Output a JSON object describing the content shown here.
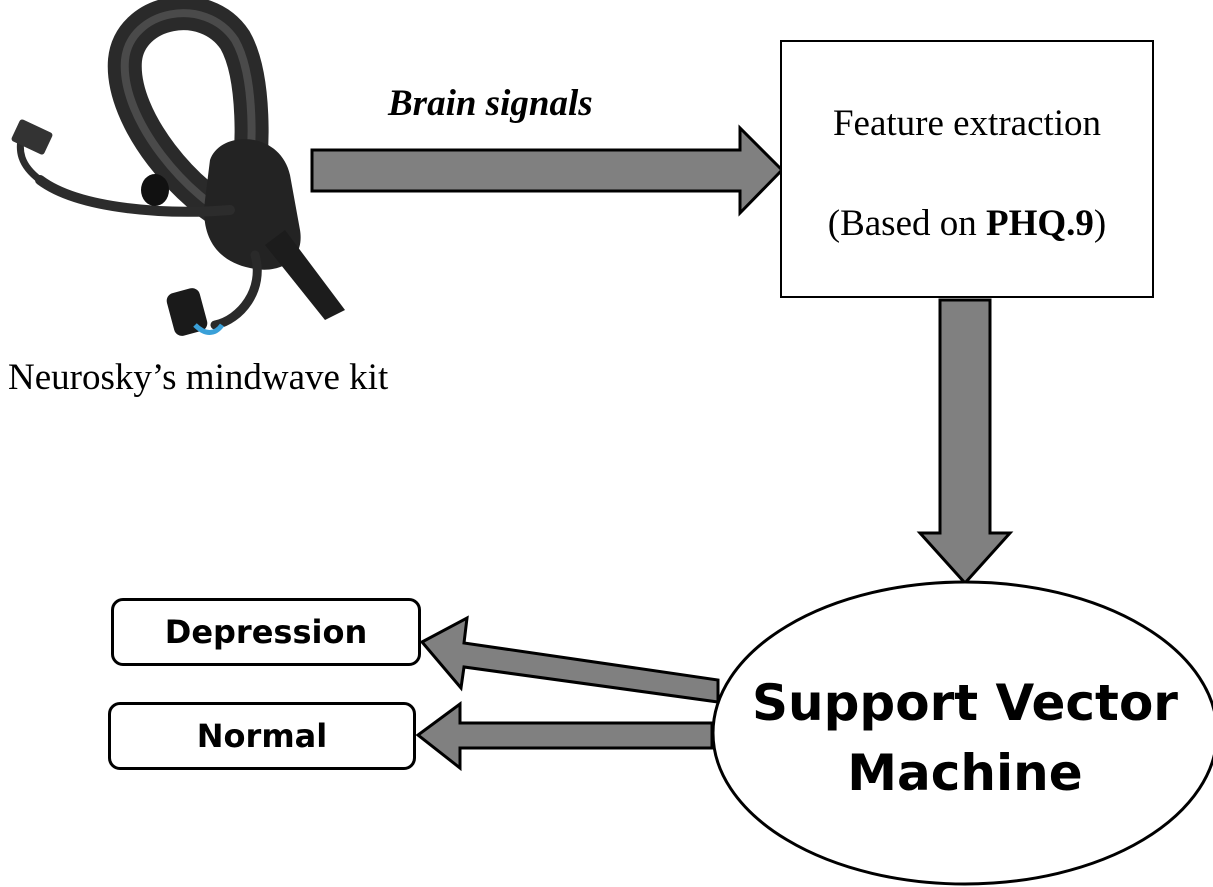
{
  "device": {
    "caption": "Neurosky’s mindwave kit",
    "brand_text": "mindwave",
    "icon": "eeg-headset-icon"
  },
  "flow": {
    "signal_label": "Brain signals",
    "arrow_color": "#808080"
  },
  "feature_box": {
    "line1": "Feature extraction",
    "line2_prefix": "(Based on ",
    "line2_bold": "PHQ.9",
    "line2_suffix": ")"
  },
  "classifier": {
    "line1": "Support Vector",
    "line2": "Machine"
  },
  "outputs": {
    "depression": "Depression",
    "normal": "Normal"
  }
}
